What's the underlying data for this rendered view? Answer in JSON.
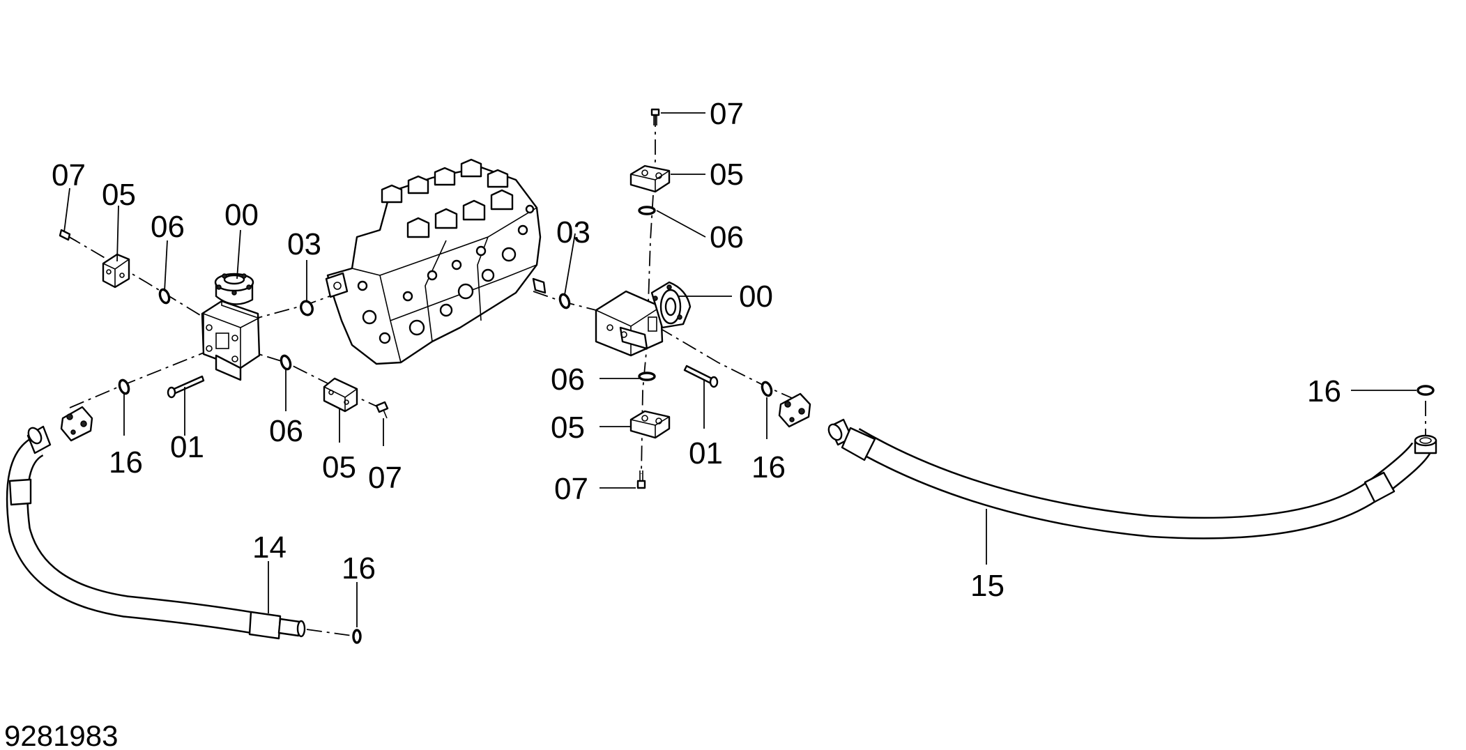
{
  "drawing_number": "9281983",
  "labels": {
    "l_07": "07",
    "l_05": "05",
    "l_06": "06",
    "l_00": "00",
    "l_03": "03",
    "l_01": "01",
    "l_16": "16",
    "l_14": "14",
    "l_15": "15"
  }
}
